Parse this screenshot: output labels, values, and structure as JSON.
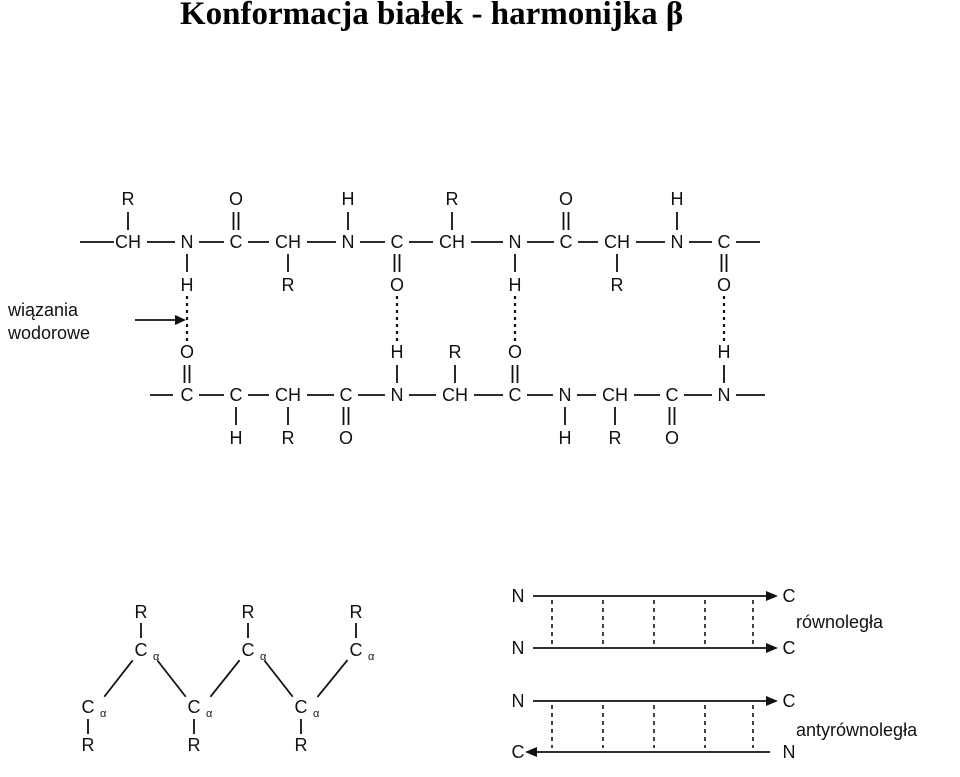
{
  "title": "Konformacja białek - harmonijka β",
  "labels": {
    "hbond_line1": "wiązania",
    "hbond_line2": "wodorowe",
    "parallel": "równoległa",
    "antiparallel": "antyrównoległa"
  },
  "atoms": {
    "carbon": "C",
    "ch": "CH",
    "nitrogen": "N",
    "oxygen": "O",
    "hydrogen": "H",
    "side_chain": "R",
    "alpha_carbon": "C",
    "alpha_subscript": "α"
  },
  "strands": {
    "parallel_top": {
      "start": "N",
      "end": "C"
    },
    "parallel_bottom": {
      "start": "N",
      "end": "C"
    },
    "antiparallel_top": {
      "start": "N",
      "end": "C"
    },
    "antiparallel_bottom": {
      "start": "C",
      "end": "N"
    }
  },
  "colors": {
    "ink": "#111111",
    "background": "#ffffff"
  }
}
